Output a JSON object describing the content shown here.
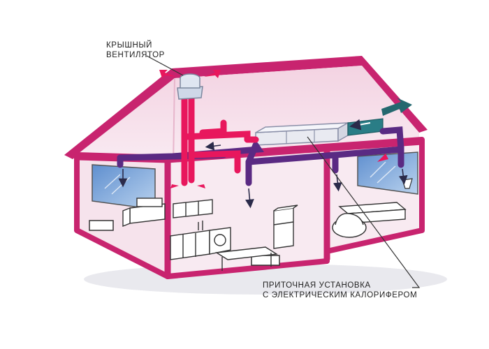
{
  "labels": {
    "roof_fan_line1": "КРЫШНЫЙ",
    "roof_fan_line2": "ВЕНТИЛЯТОР",
    "supply_unit_line1": "ПРИТОЧНАЯ УСТАНОВКА",
    "supply_unit_line2": "С ЭЛЕКТРИЧЕСКИМ КАЛОРИФЕРОМ"
  },
  "colors": {
    "wall": "#c8246f",
    "roof": "#b81f60",
    "interior": "#f7e6ef",
    "supply_duct": "#5a2a83",
    "exhaust_duct": "#e8175d",
    "window": "#7fa6d8",
    "intake_arrow": "#1f6f78"
  }
}
